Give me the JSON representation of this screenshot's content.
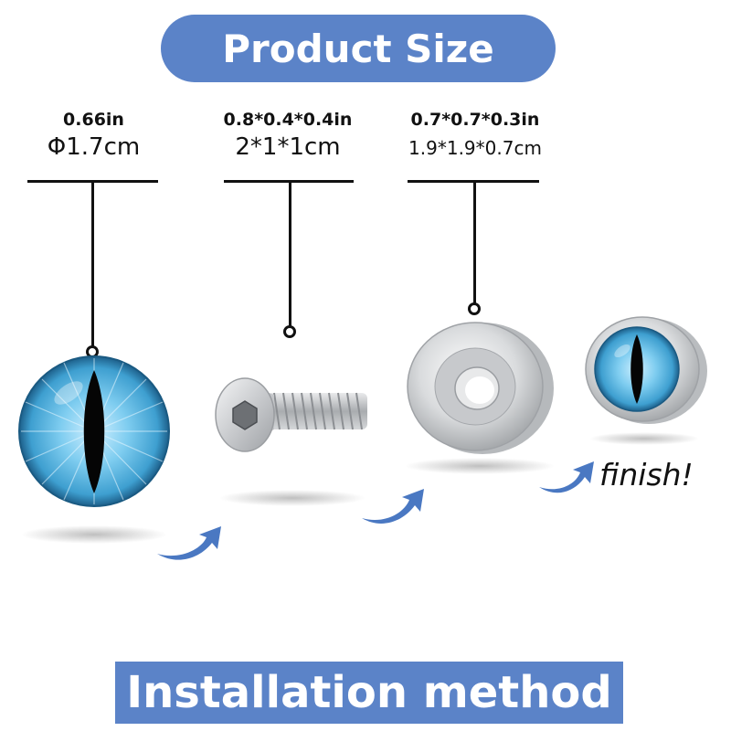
{
  "header": {
    "title": "Product Size"
  },
  "parts": [
    {
      "name": "eye",
      "size_in": "0.66in",
      "size_cm": "Φ1.7cm"
    },
    {
      "name": "screw",
      "size_in": "0.8*0.4*0.4in",
      "size_cm": "2*1*1cm"
    },
    {
      "name": "nut",
      "size_in": "0.7*0.7*0.3in",
      "size_cm": "1.9*1.9*0.7cm"
    }
  ],
  "finish_label": "finish!",
  "footer": {
    "title": "Installation method"
  },
  "colors": {
    "banner": "#5b83c8",
    "arrow": "#4a78c2",
    "eye_iris": "#6fc3e8",
    "metal": "#d8dadc"
  },
  "icons": [
    "arrow-icon",
    "eye-icon",
    "screw-icon",
    "nut-icon"
  ]
}
